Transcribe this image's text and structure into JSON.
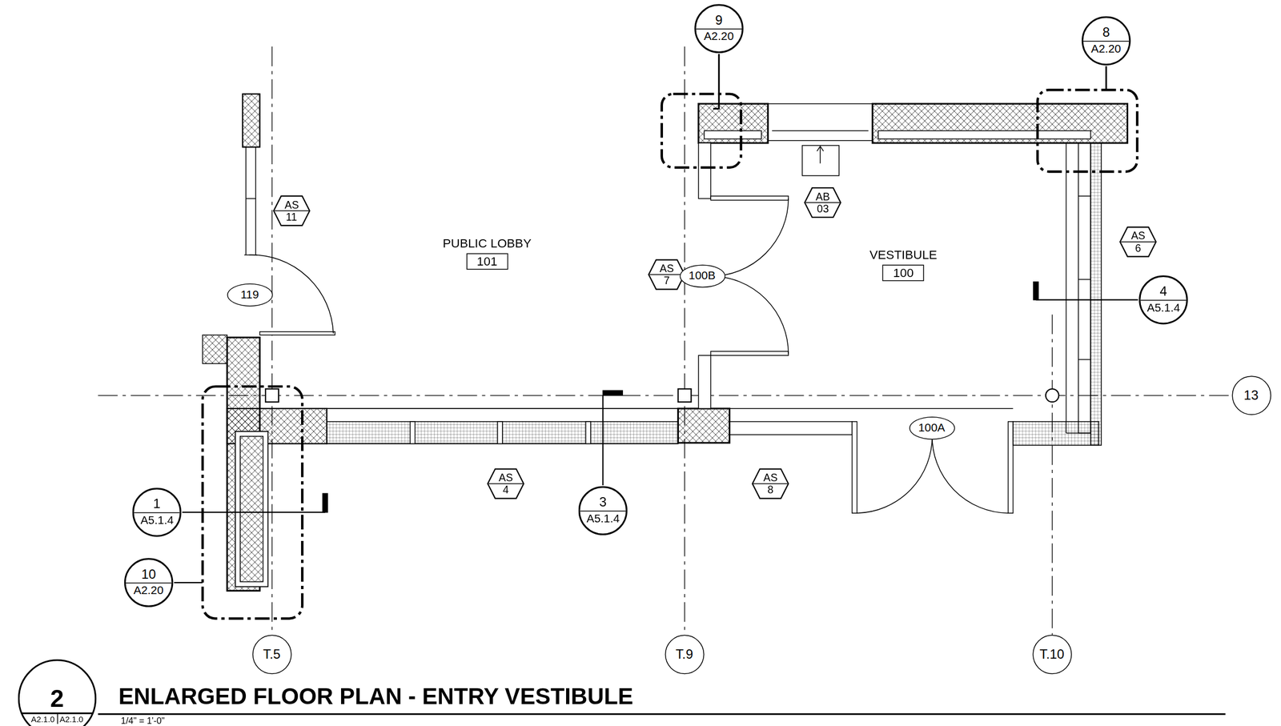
{
  "diagram": {
    "title": "ENLARGED FLOOR PLAN - ENTRY VESTIBULE",
    "nodes": [
      {
        "text": [
          "9",
          "A2.20"
        ]
      },
      {
        "text": [
          "8",
          "A2.20"
        ]
      },
      {
        "text": [
          "AS",
          "11"
        ]
      },
      {
        "text": [
          "AB",
          "03"
        ]
      },
      {
        "text": [
          "AS",
          "6"
        ]
      },
      {
        "text": [
          "PUBLIC LOBBY",
          "101"
        ]
      },
      {
        "text": [
          "VESTIBULE",
          "100"
        ]
      },
      {
        "text": [
          "AS",
          "7"
        ]
      },
      {
        "text": [
          "100B"
        ]
      },
      {
        "text": [
          "119"
        ]
      },
      {
        "text": [
          "4",
          "A5.1.4"
        ]
      },
      {
        "text": [
          "13"
        ]
      },
      {
        "text": [
          "100A"
        ]
      },
      {
        "text": [
          "AS",
          "4"
        ]
      },
      {
        "text": [
          "AS",
          "8"
        ]
      },
      {
        "text": [
          "1",
          "A5.1.4"
        ]
      },
      {
        "text": [
          "3",
          "A5.1.4"
        ]
      },
      {
        "text": [
          "10",
          "A2.20"
        ]
      },
      {
        "text": [
          "T.5"
        ]
      },
      {
        "text": [
          "T.9"
        ]
      },
      {
        "text": [
          "T.10"
        ]
      },
      {
        "text": [
          "2",
          "A2.1.0",
          "A2.1.0"
        ]
      }
    ],
    "labels": [
      "1/4\" = 1'-0\""
    ]
  }
}
